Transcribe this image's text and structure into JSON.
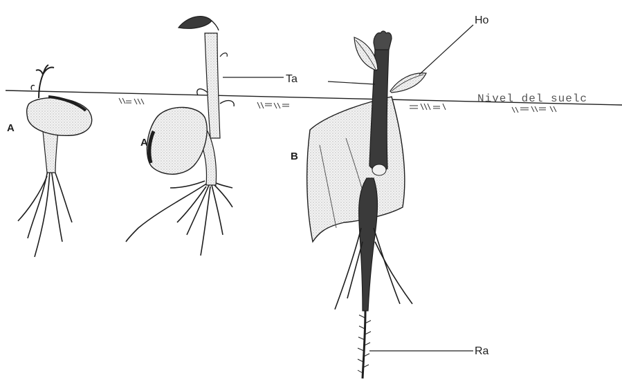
{
  "labels": {
    "seedling_a_left": "A",
    "seedling_a_middle": "A",
    "seedling_b": "B",
    "ta": "Ta",
    "ho": "Ho",
    "ra": "Ra",
    "ground_level": "Nivel del suelc"
  },
  "colors": {
    "ink": "#1e1e1e",
    "stipple": "#e6e6e6",
    "dark_stem": "#333333"
  }
}
